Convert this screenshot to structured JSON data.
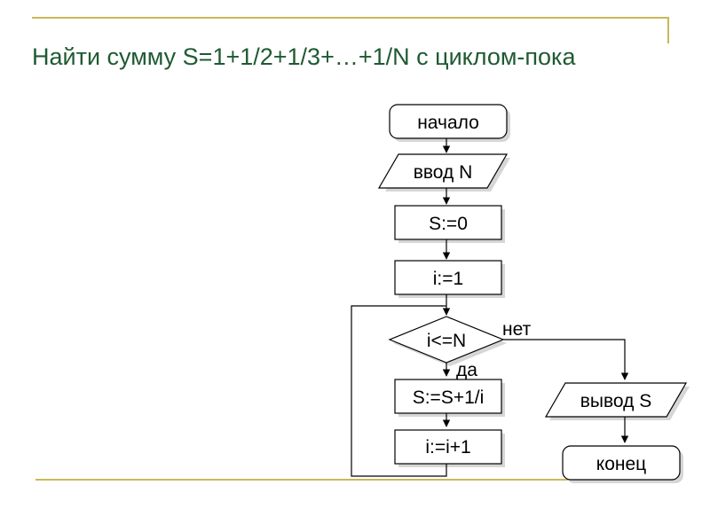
{
  "slide": {
    "title": "Найти сумму  S=1+1/2+1/3+…+1/N с циклом-пока"
  },
  "flowchart": {
    "start": "начало",
    "input": "ввод N",
    "init_s": "S:=0",
    "init_i": "i:=1",
    "condition": "i<=N",
    "branch_no": "нет",
    "branch_yes": "да",
    "update_s": "S:=S+1/i",
    "increment_i": "i:=i+1",
    "output": "вывод S",
    "end": "конец"
  },
  "colors": {
    "title": "#1f5a32",
    "frame_accent": "#c8b85a"
  }
}
